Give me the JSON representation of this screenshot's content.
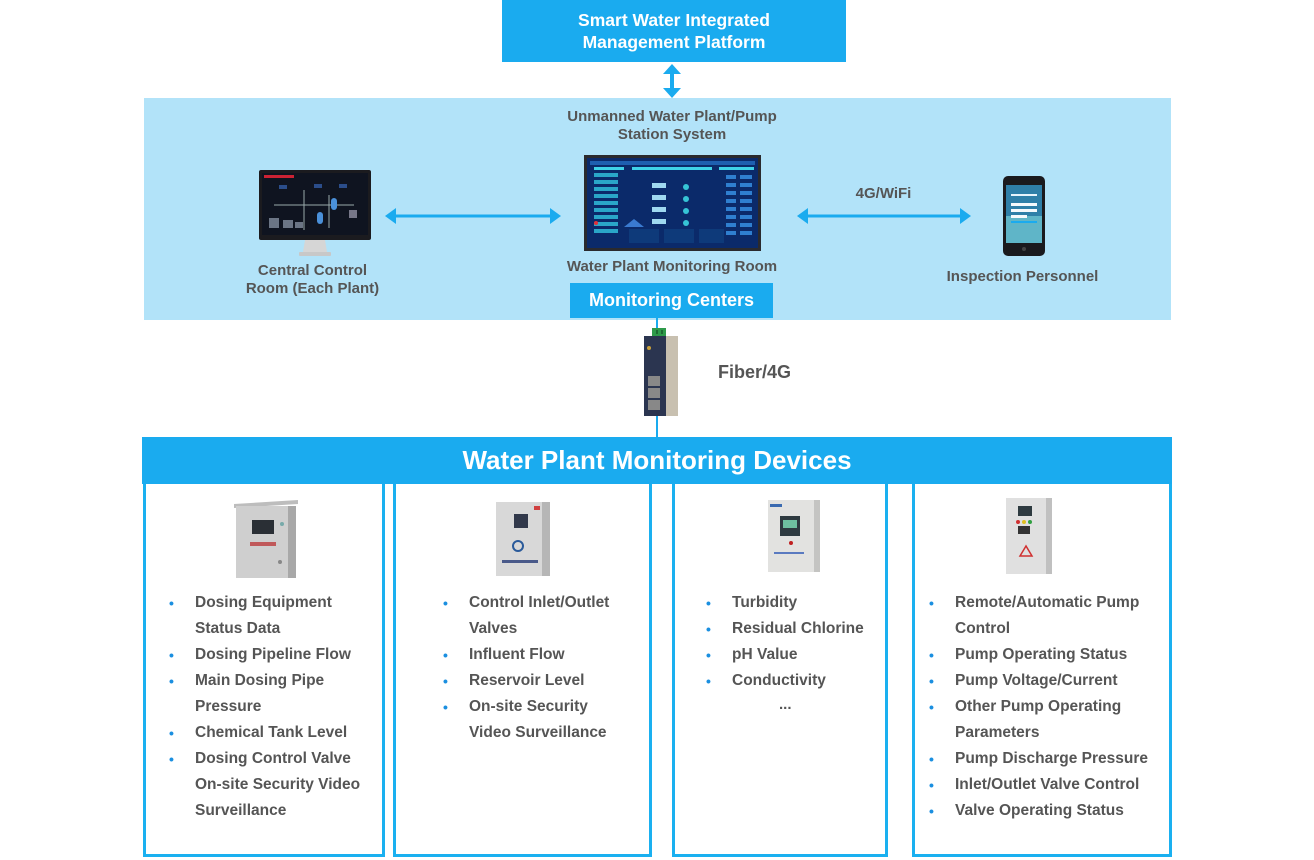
{
  "platform": {
    "title_line1": "Smart Water Integrated",
    "title_line2": "Management Platform"
  },
  "monitoring_panel": {
    "system_title_line1": "Unmanned Water Plant/Pump",
    "system_title_line2": "Station System",
    "central_control_line1": "Central Control",
    "central_control_line2": "Room (Each Plant)",
    "monitoring_room_label": "Water Plant Monitoring Room",
    "link_label": "4G/WiFi",
    "inspection_label": "Inspection Personnel",
    "centers_label": "Monitoring Centers"
  },
  "gateway": {
    "link_label": "Fiber/4G"
  },
  "devices": {
    "header": "Water Plant Monitoring Devices",
    "columns": [
      {
        "name": "dosing",
        "items": [
          {
            "bullet": true,
            "text": "Dosing Equipment"
          },
          {
            "bullet": false,
            "text": "Status Data"
          },
          {
            "bullet": true,
            "text": "Dosing Pipeline Flow"
          },
          {
            "bullet": true,
            "text": "Main Dosing Pipe"
          },
          {
            "bullet": false,
            "text": "Pressure"
          },
          {
            "bullet": true,
            "text": "Chemical Tank Level"
          },
          {
            "bullet": true,
            "text": "Dosing Control Valve"
          },
          {
            "bullet": false,
            "text": "On-site Security Video"
          },
          {
            "bullet": false,
            "text": "Surveillance"
          }
        ]
      },
      {
        "name": "inlet-outlet",
        "items": [
          {
            "bullet": true,
            "text": "Control Inlet/Outlet"
          },
          {
            "bullet": false,
            "text": "Valves"
          },
          {
            "bullet": true,
            "text": "Influent Flow"
          },
          {
            "bullet": true,
            "text": "Reservoir Level"
          },
          {
            "bullet": true,
            "text": "On-site Security"
          },
          {
            "bullet": false,
            "text": "Video Surveillance"
          }
        ]
      },
      {
        "name": "water-quality",
        "items": [
          {
            "bullet": true,
            "text": "Turbidity"
          },
          {
            "bullet": true,
            "text": "Residual Chlorine"
          },
          {
            "bullet": true,
            "text": "pH Value"
          },
          {
            "bullet": true,
            "text": "Conductivity"
          }
        ],
        "more": "..."
      },
      {
        "name": "pump",
        "items": [
          {
            "bullet": true,
            "text": "Remote/Automatic Pump"
          },
          {
            "bullet": false,
            "text": "Control"
          },
          {
            "bullet": true,
            "text": "Pump Operating Status"
          },
          {
            "bullet": true,
            "text": "Pump Voltage/Current"
          },
          {
            "bullet": true,
            "text": "Other Pump Operating"
          },
          {
            "bullet": false,
            "text": "Parameters"
          },
          {
            "bullet": true,
            "text": "Pump Discharge Pressure"
          },
          {
            "bullet": true,
            "text": "Inlet/Outlet Valve Control"
          },
          {
            "bullet": true,
            "text": "Valve Operating Status"
          }
        ]
      }
    ],
    "bullet_glyph": "•"
  },
  "colors": {
    "accent_blue": "#1aabef",
    "panel_light_blue": "#b2e3f9",
    "text_gray": "#555555",
    "bullet_blue": "#1a8fe0"
  }
}
